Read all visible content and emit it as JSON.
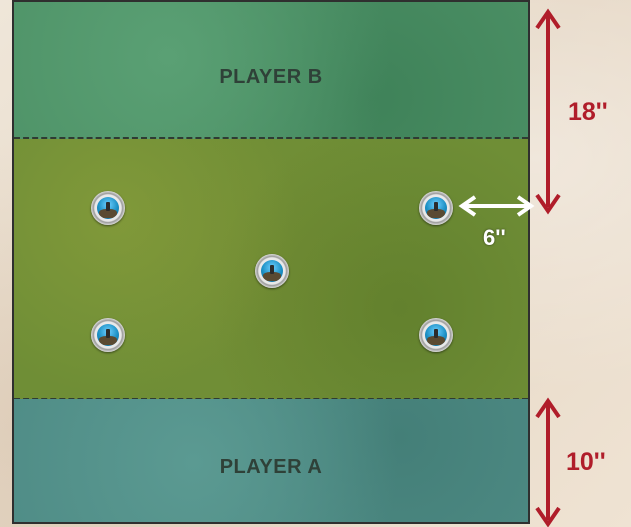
{
  "zones": {
    "player_b": {
      "label": "PLAYER B"
    },
    "player_a": {
      "label": "PLAYER A"
    }
  },
  "measurements": {
    "top_arrow": "18''",
    "side_arrow": "6''",
    "bottom_arrow": "10''"
  },
  "objectives_count": 5,
  "colors": {
    "arrow_red": "#b01d2a",
    "player_b_zone": "#4d9166",
    "player_a_zone": "#4f8c86",
    "midfield": "#6f8e36"
  },
  "icons": [
    "objective-marker-icon",
    "double-arrow-icon"
  ]
}
